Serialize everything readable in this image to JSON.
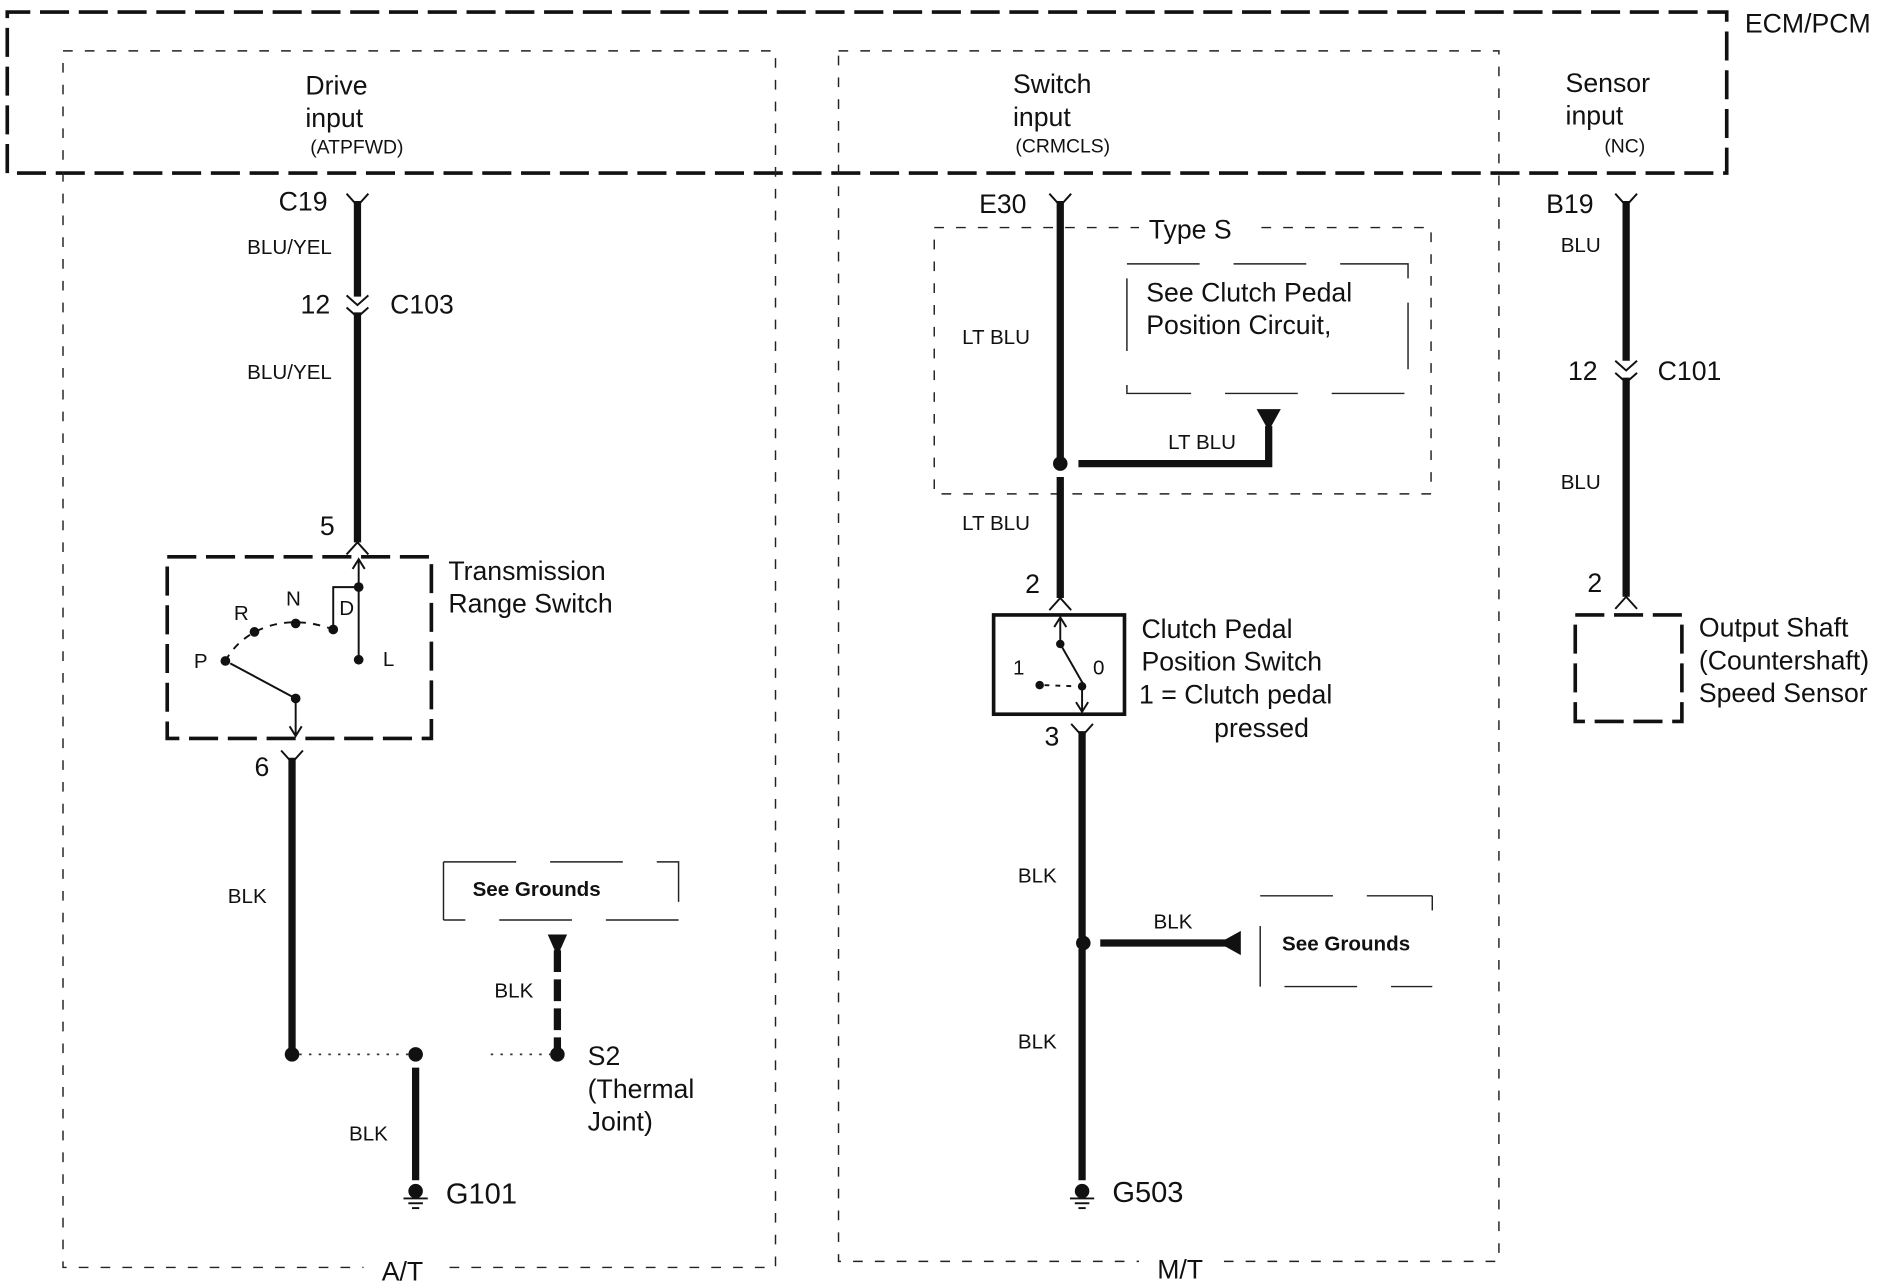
{
  "module": {
    "name": "ECM/PCM",
    "inputs": [
      {
        "title_line1": "Drive",
        "title_line2": "input",
        "signal": "(ATPFWD)"
      },
      {
        "title_line1": "Switch",
        "title_line2": "input",
        "signal": "(CRMCLS)"
      },
      {
        "title_line1": "Sensor",
        "title_line2": "input",
        "signal": "(NC)"
      }
    ]
  },
  "sections": {
    "at_label": "A/T",
    "mt_label": "M/T",
    "type_s_label": "Type S"
  },
  "at_circuit": {
    "pin_ecm": "C19",
    "wire1": "BLU/YEL",
    "conn_pin": "12",
    "conn_name": "C103",
    "wire2": "BLU/YEL",
    "switch_pin_in": "5",
    "switch_pin_out": "6",
    "switch_name_line1": "Transmission",
    "switch_name_line2": "Range Switch",
    "positions": [
      "P",
      "R",
      "N",
      "D",
      "L"
    ],
    "wire3": "BLK",
    "see_grounds": "See Grounds",
    "wire_ground_ref": "BLK",
    "splice_line1": "S2",
    "splice_line2": "(Thermal",
    "splice_line3": "Joint)",
    "wire_ground": "BLK",
    "ground": "G101"
  },
  "mt_circuit": {
    "pin_ecm": "E30",
    "wire1": "LT BLU",
    "ref_line1": "See Clutch Pedal",
    "ref_line2": "Position Circuit,",
    "wire_branch": "LT BLU",
    "wire2": "LT BLU",
    "switch_pin_in": "2",
    "switch_pin_out": "3",
    "switch_pos_1": "1",
    "switch_pos_0": "0",
    "switch_name_line1": "Clutch Pedal",
    "switch_name_line2": "Position Switch",
    "switch_note_line1": "1 = Clutch pedal",
    "switch_note_line2": "pressed",
    "wire3": "BLK",
    "wire_branch_ground": "BLK",
    "see_grounds": "See Grounds",
    "wire4": "BLK",
    "ground": "G503"
  },
  "sensor_circuit": {
    "pin_ecm": "B19",
    "wire1": "BLU",
    "conn_pin": "12",
    "conn_name": "C101",
    "wire2": "BLU",
    "sensor_pin": "2",
    "sensor_line1": "Output Shaft",
    "sensor_line2": "(Countershaft)",
    "sensor_line3": "Speed Sensor"
  }
}
